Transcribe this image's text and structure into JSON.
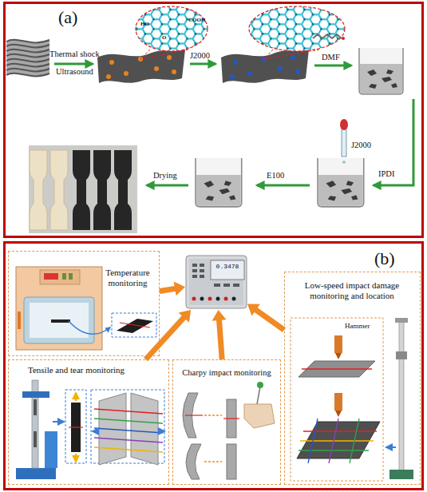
{
  "diagram": {
    "nodes": [
      {
        "text": [
          "(a)"
        ]
      },
      {
        "text": [
          "(b)"
        ]
      },
      {
        "text": [
          "Temperature monitoring"
        ],
        "in": 1
      },
      {
        "text": [
          "0.3478"
        ],
        "in": 1
      },
      {
        "text": [
          "Low-speed impact damage monitoring and location"
        ],
        "in": 1
      },
      {
        "text": [
          "Tensile and tear monitoring"
        ],
        "in": 1
      },
      {
        "text": [
          "Charpy impact monitoring"
        ],
        "in": 1
      }
    ],
    "edges": [
      {
        "from": 2,
        "to": 3,
        "arrow": "to"
      },
      {
        "from": 4,
        "to": 3,
        "arrow": "to"
      },
      {
        "from": 5,
        "to": 3,
        "arrow": "to"
      },
      {
        "from": 6,
        "to": 3,
        "arrow": "to"
      }
    ],
    "labels": [
      "HO",
      "O",
      "COOH",
      "Thermal shock",
      "Ultrasound",
      "J2000",
      "DMF",
      "IPDI",
      "J2000",
      "E100",
      "Drying",
      "Hammer"
    ]
  }
}
